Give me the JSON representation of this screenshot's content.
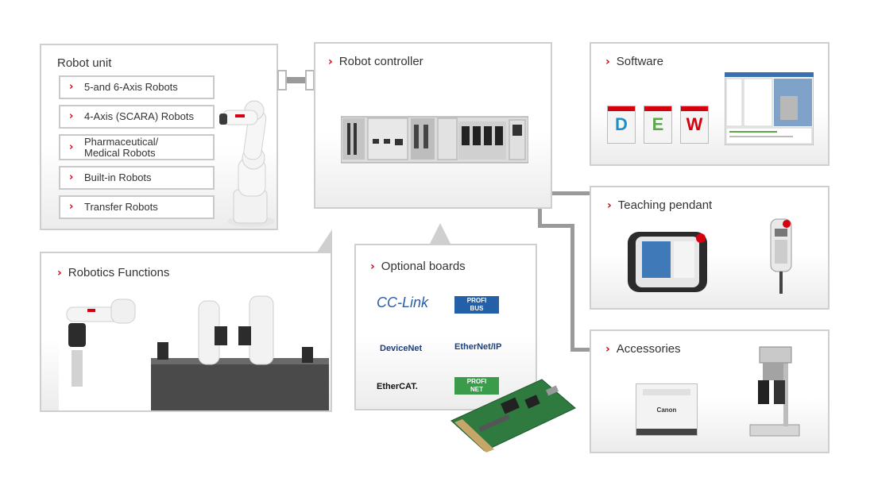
{
  "panels": {
    "robot_unit": {
      "title": "Robot unit",
      "items": [
        {
          "label": "5-and 6-Axis Robots"
        },
        {
          "label": "4-Axis (SCARA) Robots"
        },
        {
          "label": "Pharmaceutical/\nMedical Robots"
        },
        {
          "label": "Built-in Robots"
        },
        {
          "label": "Transfer Robots"
        }
      ]
    },
    "robot_controller": {
      "title": "Robot controller"
    },
    "software": {
      "title": "Software"
    },
    "teaching_pendant": {
      "title": "Teaching pendant"
    },
    "accessories": {
      "title": "Accessories",
      "device_brand": "Canon"
    },
    "robotics_functions": {
      "title": "Robotics Functions"
    },
    "optional_boards": {
      "title": "Optional boards",
      "logos": {
        "cclink": "CC-Link",
        "profibus_top": "PROFI",
        "profibus_bottom": "BUS",
        "devicenet": "DeviceNet",
        "ethernetip": "EtherNet/IP",
        "ethercat": "EtherCAT.",
        "profinet_top": "PROFI",
        "profinet_bottom": "NET"
      }
    }
  },
  "software_boxes": [
    {
      "letter": "D",
      "color": "#1f8fc7"
    },
    {
      "letter": "E",
      "color": "#5aa84a"
    },
    {
      "letter": "W",
      "color": "#d7000f"
    }
  ],
  "colors": {
    "accent": "#d7000f",
    "border": "#cfcfcf",
    "connector": "#9a9a9a"
  }
}
